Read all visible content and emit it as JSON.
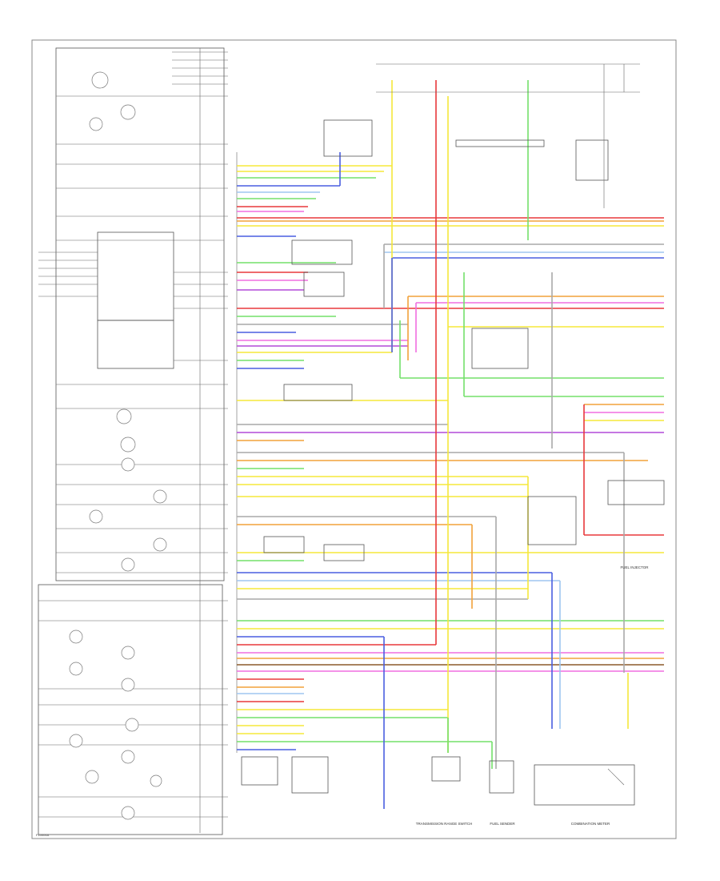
{
  "diagram": {
    "footer_code": "F10004A",
    "component_labels": {
      "combination_meter": "COMBINATION METER",
      "fuel_injector": "FUEL INJECTOR",
      "transmission_range_switch": "TRANSMISSION RANGE SWITCH",
      "fuel_sender": "FUEL SENDER"
    },
    "wire_colors": {
      "red": "#e8383b",
      "yellow": "#f5e83a",
      "blue": "#4a5fe0",
      "green": "#73e06a",
      "pink": "#f06ee0",
      "violet": "#b24ad8",
      "orange": "#f2a23a",
      "gray": "#a9a9a9",
      "light_blue": "#9fc6f0",
      "dark_green": "#2e8b3a",
      "brown": "#8b5a2b",
      "black": "#222222"
    }
  }
}
